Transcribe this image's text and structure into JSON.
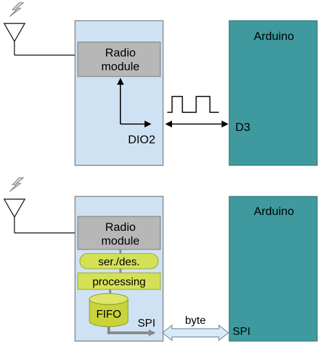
{
  "top": {
    "radio_module": [
      "Radio",
      "module"
    ],
    "dio_label": "DIO2",
    "d3_label": "D3",
    "arduino_label": "Arduino"
  },
  "bottom": {
    "radio_module": [
      "Radio",
      "module"
    ],
    "serdes_label": "ser./des.",
    "processing_label": "processing",
    "fifo_label": "FIFO",
    "spi_left_label": "SPI",
    "byte_label": "byte",
    "spi_right_label": "SPI",
    "arduino_label": "Arduino"
  },
  "colors": {
    "module_bg": "#cfe2f3",
    "module_border": "#5f5f5f",
    "radio_fill": "#b7b7b7",
    "arduino_fill": "#3e9a9e",
    "arduino_border": "#2a6f72",
    "yellow_green": "#d4e157",
    "fifo_fill": "#c8d43a",
    "arrow_light": "#d6eaf8"
  },
  "icons": [
    "antenna-icon",
    "lightning-icon"
  ]
}
